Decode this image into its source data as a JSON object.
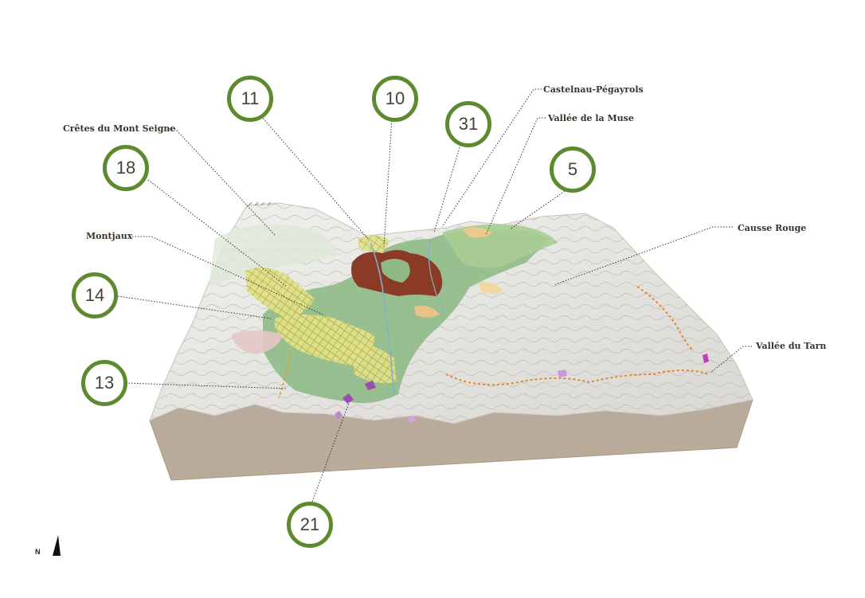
{
  "badges": [
    "11",
    "10",
    "31",
    "5",
    "18",
    "14",
    "13",
    "21"
  ],
  "places": {
    "cretes": "Crêtes du Mont Seigne",
    "castelnau": "Castelnau-Pégayrols",
    "muse": "Vallée de la Muse",
    "montjaux": "Montjaux",
    "causse": "Causse Rouge",
    "tarn": "Vallée du Tarn"
  },
  "north_label": "N",
  "colors": {
    "badge_ring": "#5d8a2f",
    "block_side": "#b9aa9a",
    "forest": "#8fba86",
    "dark_zone": "#8a3a26",
    "hatch": "#e3d36a",
    "terrain": "#e6e6e3",
    "purple": "#9b4db0"
  },
  "icons": [
    "north-arrow-icon"
  ]
}
